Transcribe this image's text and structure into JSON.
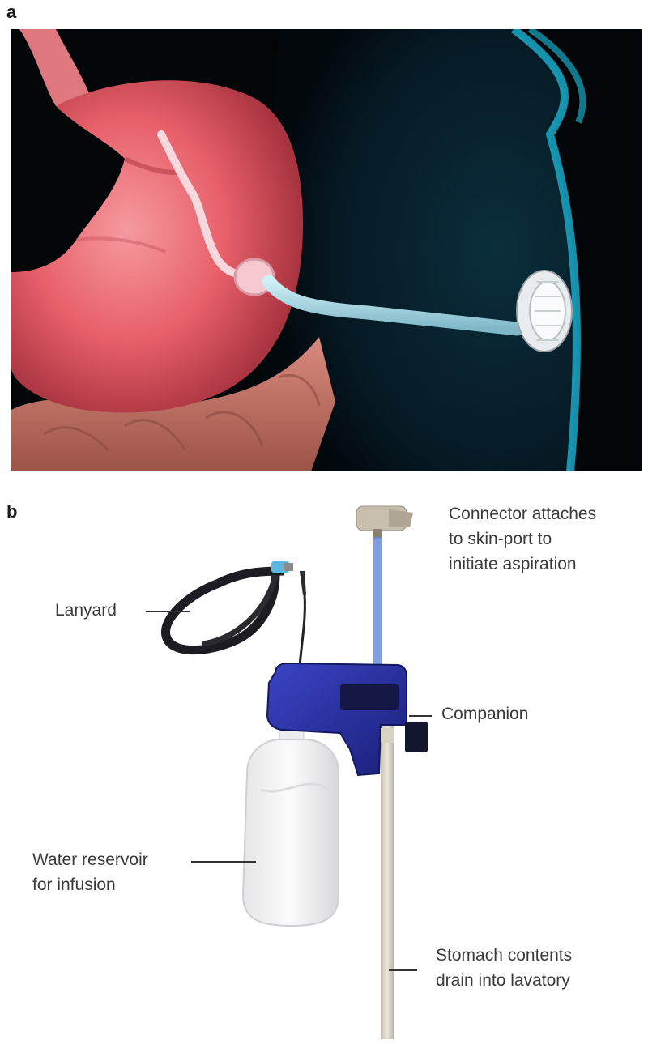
{
  "panel_a": {
    "letter": "a"
  },
  "panel_b": {
    "letter": "b",
    "labels": {
      "connector": [
        "Connector attaches",
        "to skin-port to",
        "initiate aspiration"
      ],
      "lanyard": "Lanyard",
      "companion": "Companion",
      "reservoir": [
        "Water reservoir",
        "for infusion"
      ],
      "drain": [
        "Stomach contents",
        "drain into lavatory"
      ]
    }
  },
  "colors": {
    "stomach": "#e8606a",
    "body_outline": "#1aa9c7",
    "device": "#2a2f9a",
    "tube": "#a9d6e2"
  }
}
